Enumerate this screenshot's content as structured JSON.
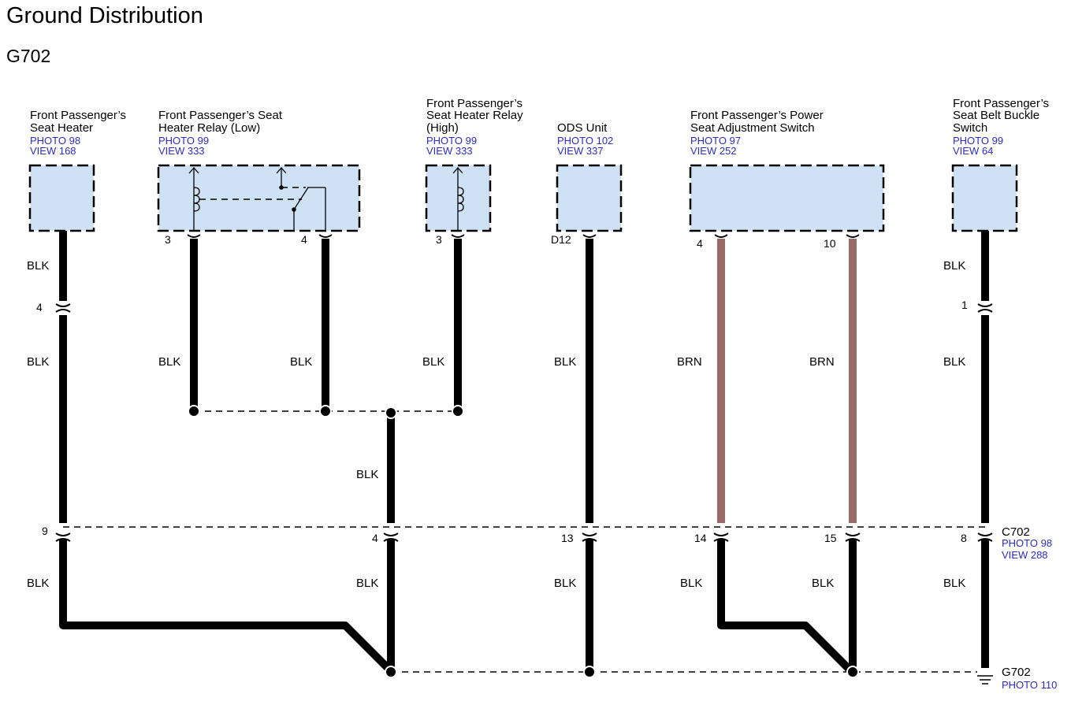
{
  "title": "Ground Distribution",
  "subtitle": "G702",
  "components": {
    "seat_heater": {
      "line1": "Front Passenger’s",
      "line2": "Seat Heater",
      "photo": "PHOTO 98",
      "view": "VIEW 168"
    },
    "relay_low": {
      "line1": "Front Passenger’s Seat",
      "line2": "Heater Relay (Low)",
      "photo": "PHOTO 99",
      "view": "VIEW 333"
    },
    "relay_high": {
      "line1": "Front Passenger’s",
      "line2": "Seat Heater Relay",
      "line3": "(High)",
      "photo": "PHOTO 99",
      "view": "VIEW 333"
    },
    "ods_unit": {
      "line1": "ODS Unit",
      "photo": "PHOTO 102",
      "view": "VIEW 337"
    },
    "power_seat_switch": {
      "line1": "Front Passenger’s Power",
      "line2": "Seat Adjustment Switch",
      "photo": "PHOTO 97",
      "view": "VIEW 252"
    },
    "belt_buckle_switch": {
      "line1": "Front Passenger’s",
      "line2": "Seat Belt Buckle",
      "line3": "Switch",
      "photo": "PHOTO 99",
      "view": "VIEW 64"
    }
  },
  "pins": {
    "relay_low_a": "3",
    "relay_low_b": "4",
    "relay_high": "3",
    "ods": "D12",
    "switch_a": "4",
    "switch_b": "10",
    "heater_inline": "4",
    "buckle_inline": "1",
    "c702_1": "9",
    "c702_2": "4",
    "c702_3": "13",
    "c702_4": "14",
    "c702_5": "15",
    "c702_6": "8"
  },
  "wire_colors": {
    "black": "BLK",
    "brown": "BRN"
  },
  "connector_c702": {
    "name": "C702",
    "photo": "PHOTO 98",
    "view": "VIEW 288"
  },
  "ground_g702": {
    "name": "G702",
    "photo": "PHOTO 110"
  },
  "colors": {
    "component_fill": "#cfe1f5",
    "reference_text": "#2b2bc8",
    "brown_wire": "#9a6a66",
    "black_wire": "#000000"
  }
}
